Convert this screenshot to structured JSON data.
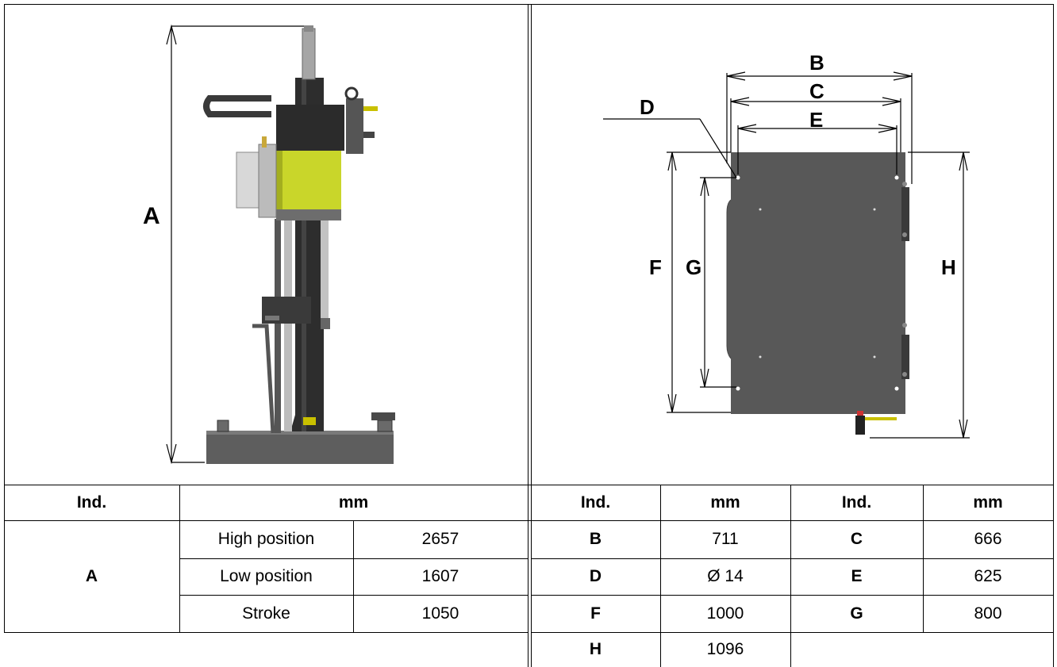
{
  "left_figure": {
    "dim_label_a": "A"
  },
  "right_figure": {
    "dim_b": "B",
    "dim_c": "C",
    "dim_d": "D",
    "dim_e": "E",
    "dim_f": "F",
    "dim_g": "G",
    "dim_h": "H"
  },
  "left_table": {
    "header_ind": "Ind.",
    "header_mm": "mm",
    "row_label": "A",
    "rows": [
      {
        "label": "High position",
        "value": "2657"
      },
      {
        "label": "Low position",
        "value": "1607"
      },
      {
        "label": "Stroke",
        "value": "1050"
      }
    ]
  },
  "right_table": {
    "header_ind_1": "Ind.",
    "header_mm_1": "mm",
    "header_ind_2": "Ind.",
    "header_mm_2": "mm",
    "rows": [
      {
        "ind1": "B",
        "mm1": "711",
        "ind2": "C",
        "mm2": "666"
      },
      {
        "ind1": "D",
        "mm1": "Ø 14",
        "ind2": "E",
        "mm2": "625"
      },
      {
        "ind1": "F",
        "mm1": "1000",
        "ind2": "G",
        "mm2": "800"
      },
      {
        "ind1": "H",
        "mm1": "1096"
      }
    ]
  },
  "colors": {
    "machine_body": "#2d2d2d",
    "yellow_drum": "#c9d62a",
    "base_plate": "#5e5e5e",
    "panel_gray": "#585858",
    "motor_light": "#d8d8d8"
  }
}
